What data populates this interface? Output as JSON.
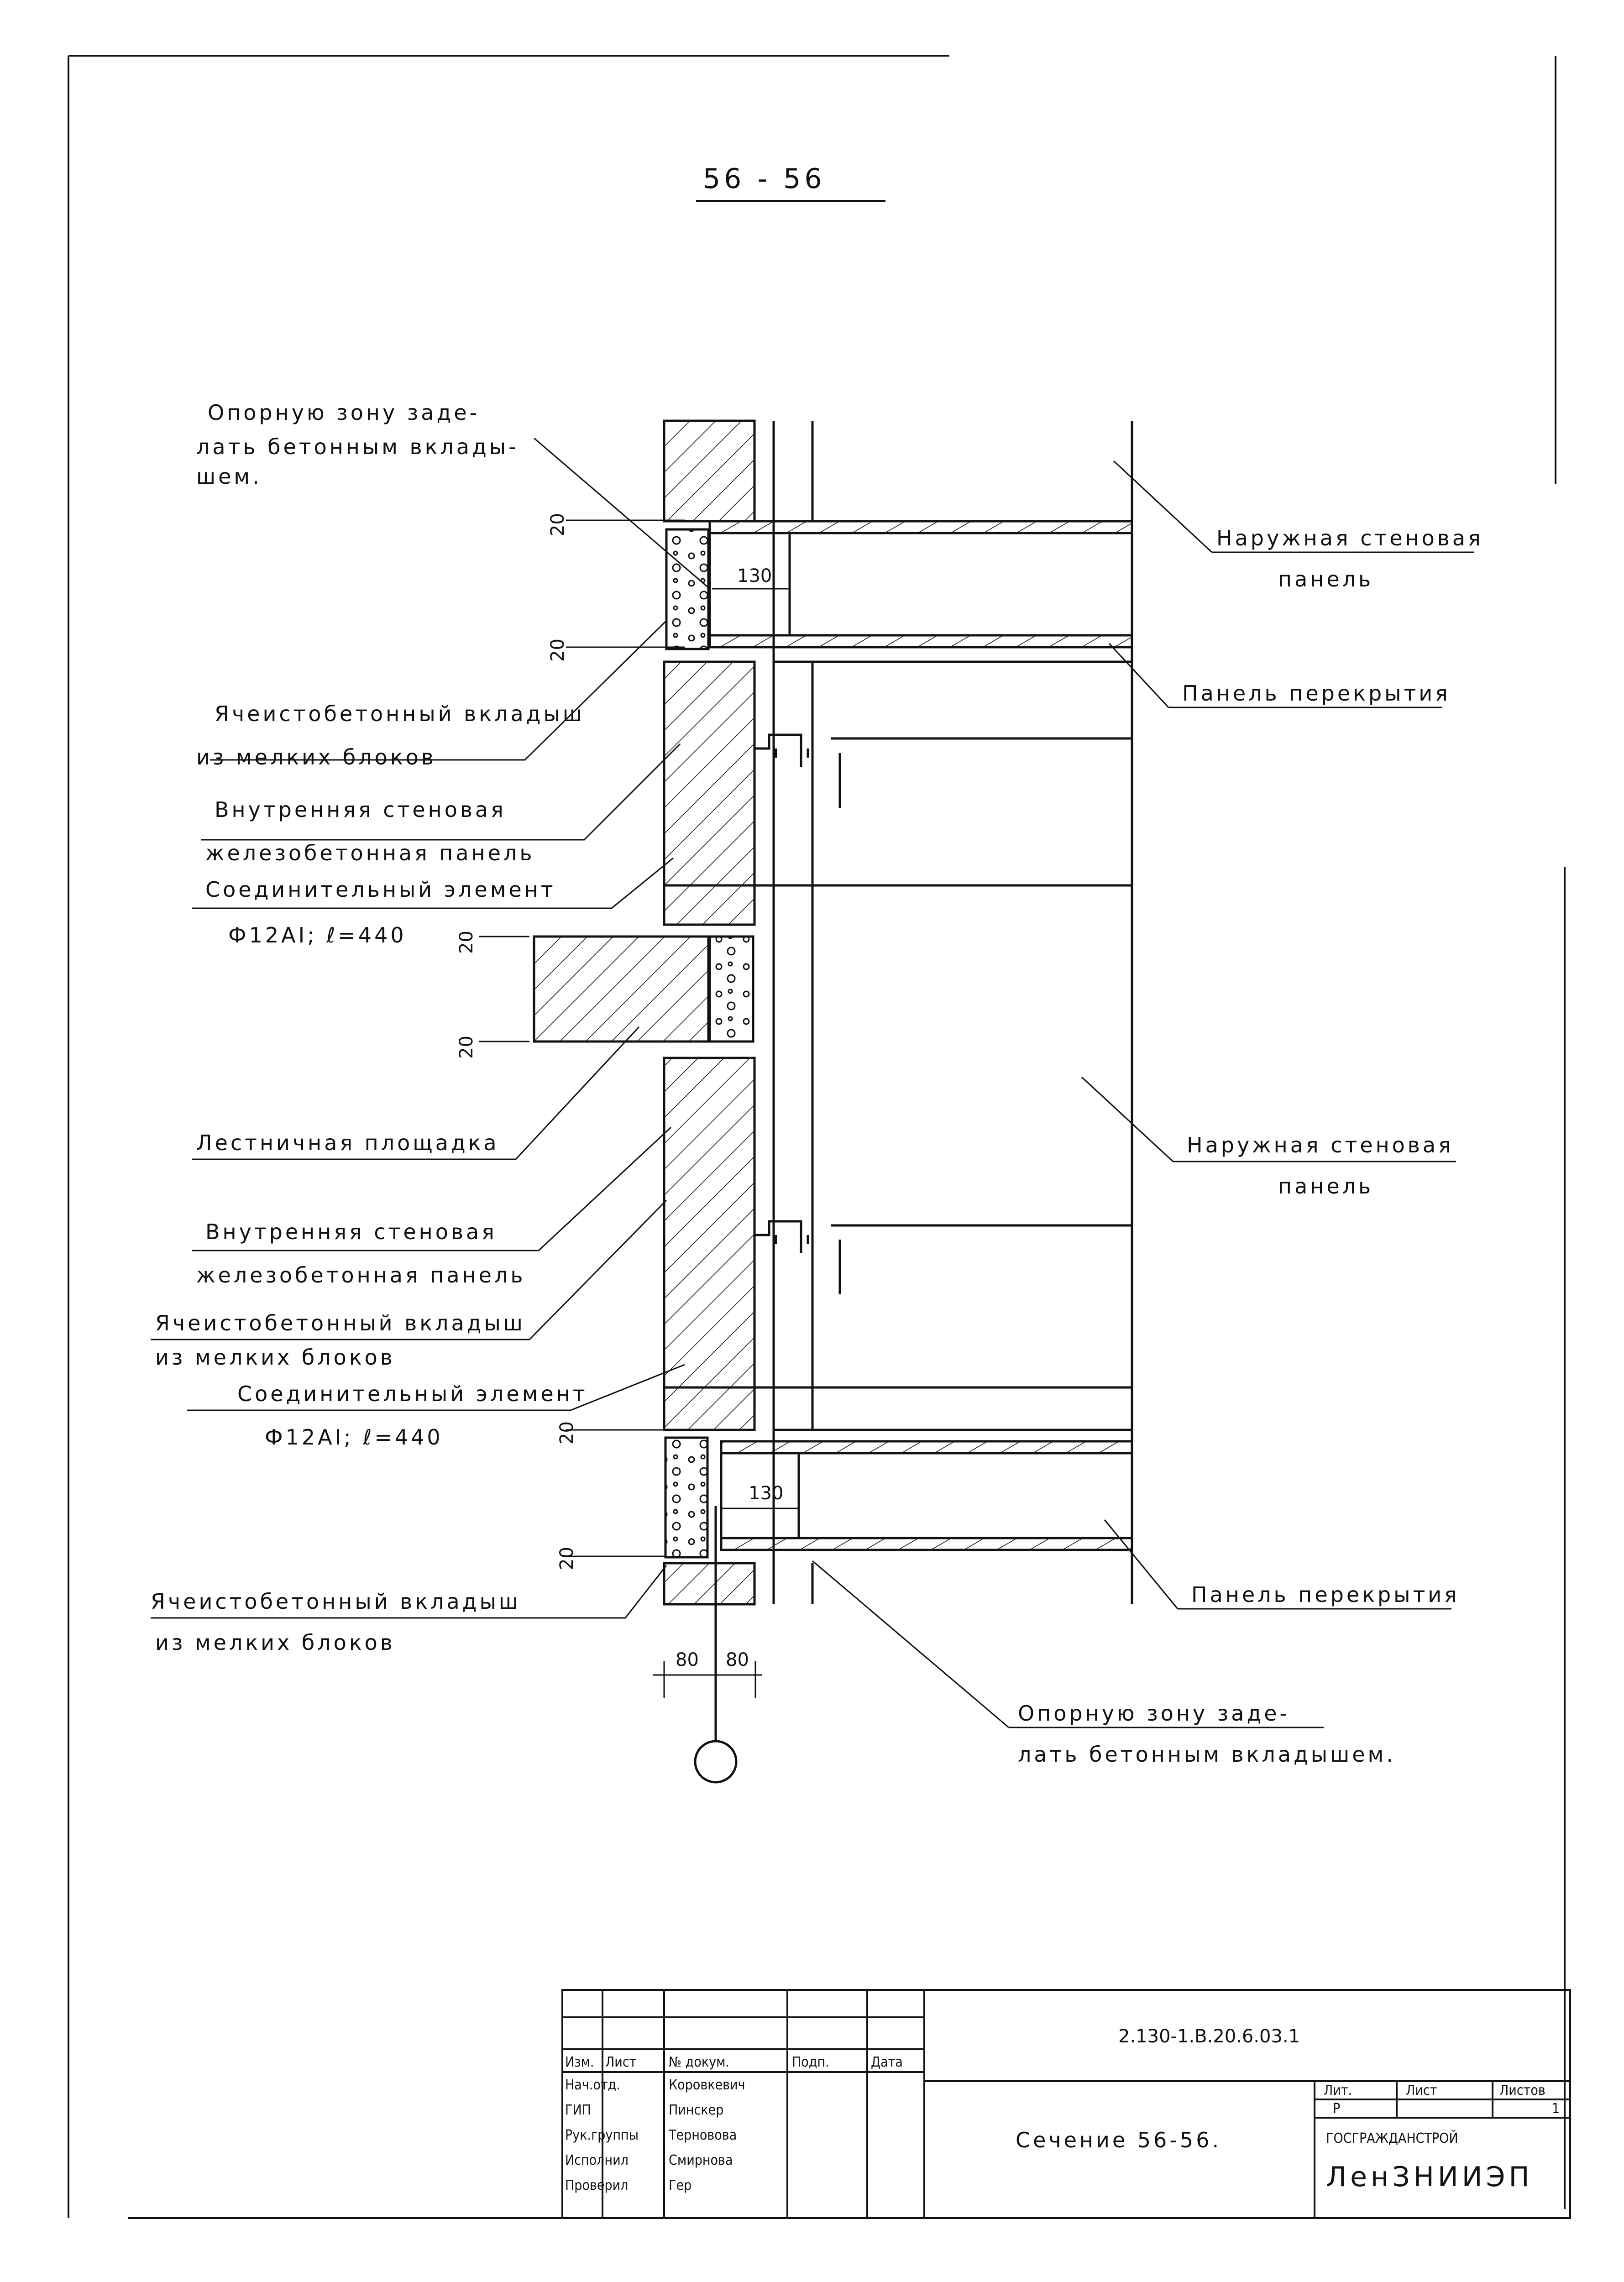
{
  "sheet": {
    "section_title": "56 - 56",
    "axis_marker": ""
  },
  "labels": {
    "support_zone_1": [
      "Опорную зону заде-",
      "лать бетонным вклады-",
      "шем."
    ],
    "outer_panel_1": [
      "Наружная стеновая",
      "панель"
    ],
    "floor_panel_1": "Панель перекрытия",
    "cellular_insert_1": [
      "Ячеистобетонный вкладыш",
      "из мелких блоков"
    ],
    "inner_panel_1": [
      "Внутренняя стеновая",
      "железобетонная панель"
    ],
    "connector_1": [
      "Соединительный элемент",
      "Ф12АI; ℓ=440"
    ],
    "stair_landing": "Лестничная площадка",
    "outer_panel_2": [
      "Наружная стеновая",
      "панель"
    ],
    "inner_panel_2": [
      "Внутренняя стеновая",
      "железобетонная панель"
    ],
    "cellular_insert_2": [
      "Ячеистобетонный вкладыш",
      "из мелких блоков"
    ],
    "connector_2": [
      "Соединительный элемент",
      "Ф12АI; ℓ=440"
    ],
    "cellular_insert_3": [
      "Ячеистобетонный вкладыш",
      "из мелких блоков"
    ],
    "floor_panel_2": "Панель перекрытия",
    "support_zone_2": [
      "Опорную зону заде-",
      "лать бетонным вкладышем."
    ]
  },
  "dimensions": {
    "gap": "20",
    "bearing_1": "130",
    "bearing_2": "130",
    "width_left": "80",
    "width_right": "80"
  },
  "title_block": {
    "doc_code": "2.130-1.В.20.6.03.1",
    "sheet_name": "Сечение 56-56.",
    "headers": [
      "Изм.",
      "Лист",
      "№ докум.",
      "Подп.",
      "Дата"
    ],
    "roles": [
      "Нач.отд.",
      "ГИП",
      "Рук.группы",
      "Исполнил",
      "Проверил"
    ],
    "names": [
      "Коровкевич",
      "Пинскер",
      "Терновова",
      "Смирнова",
      "Гер"
    ],
    "stage_headers": [
      "Лит.",
      "Лист",
      "Листов"
    ],
    "stage_values": [
      "Р",
      "",
      "1"
    ],
    "org_top": "ГОСГРАЖДАНСТРОЙ",
    "org_name": "ЛенЗНИИЭП"
  }
}
